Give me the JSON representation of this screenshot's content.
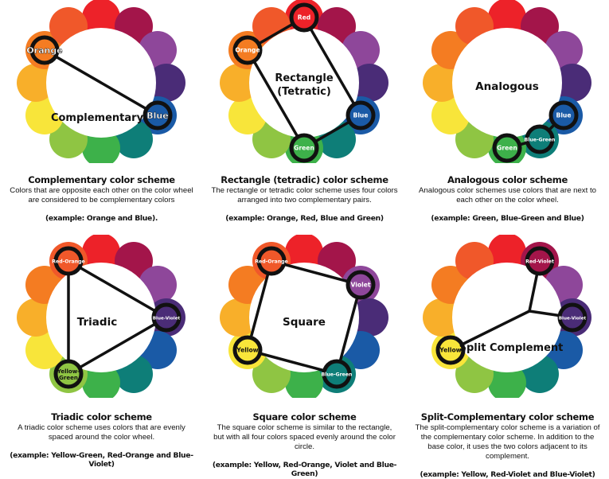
{
  "wheel_colors": [
    {
      "name": "Red",
      "hex": "#ED2229"
    },
    {
      "name": "Red-Violet",
      "hex": "#A3154A"
    },
    {
      "name": "Violet",
      "hex": "#8E479A"
    },
    {
      "name": "Blue-Violet",
      "hex": "#4A2C77"
    },
    {
      "name": "Blue",
      "hex": "#1A5AA6"
    },
    {
      "name": "Blue-Green",
      "hex": "#0E7E78"
    },
    {
      "name": "Green",
      "hex": "#3DB14A"
    },
    {
      "name": "Yellow-Green",
      "hex": "#8FC543"
    },
    {
      "name": "Yellow",
      "hex": "#F8E53A"
    },
    {
      "name": "Yellow-Orange",
      "hex": "#F8AF2A"
    },
    {
      "name": "Orange",
      "hex": "#F47C22"
    },
    {
      "name": "Red-Orange",
      "hex": "#F0582A"
    }
  ],
  "line_color": "#111111",
  "panels": [
    {
      "id": "complementary",
      "center_label": "Complementary",
      "highlight": [
        10,
        4
      ],
      "labels": {
        "10": "Orange",
        "4": "Blue"
      },
      "title": "Complementary color scheme",
      "description": "Colors that are opposite each other on the color wheel are considered to be complementary colors",
      "example": "(example: Orange and Blue)."
    },
    {
      "id": "rectangle",
      "center_label": "Rectangle (Tetratic)",
      "highlight": [
        0,
        4,
        6,
        10
      ],
      "labels": {
        "0": "Red",
        "10": "Orange",
        "4": "Blue",
        "6": "Green"
      },
      "title": "Rectangle (tetradic) color scheme",
      "description": "The rectangle or tetradic color scheme uses four colors arranged into two complementary pairs.",
      "example": "(example: Orange, Red, Blue and Green)"
    },
    {
      "id": "analogous",
      "center_label": "Analogous",
      "highlight": [
        4,
        5,
        6
      ],
      "labels": {
        "4": "Blue",
        "5": "Blue-Green",
        "6": "Green"
      },
      "title": "Analogous color scheme",
      "description": "Analogous color schemes use colors that are next to each other on the color wheel.",
      "example": "(example: Green, Blue-Green and Blue)"
    },
    {
      "id": "triadic",
      "center_label": "Triadic",
      "highlight": [
        11,
        3,
        7
      ],
      "labels": {
        "11": "Red-Orange",
        "3": "Blue-Violet",
        "7": "Yellow-Green"
      },
      "title": "Triadic color scheme",
      "description": "A triadic color scheme uses colors that are evenly spaced around the color wheel.",
      "example": "(example: Yellow-Green, Red-Orange and Blue-Violet)"
    },
    {
      "id": "square",
      "center_label": "Square",
      "highlight": [
        11,
        2,
        5,
        8
      ],
      "labels": {
        "11": "Red-Orange",
        "2": "Violet",
        "5": "Blue-Green",
        "8": "Yellow"
      },
      "title": "Square color scheme",
      "description": "The square color scheme is similar to the rectangle, but with all four colors spaced evenly around the color circle.",
      "example": "(example: Yellow, Red-Orange, Violet and Blue-Green)"
    },
    {
      "id": "split",
      "center_label": "Split Complement",
      "highlight": [
        8,
        1,
        3
      ],
      "labels": {
        "8": "Yellow",
        "1": "Red-Violet",
        "3": "Blue-Violet"
      },
      "title": "Split-Complementary color scheme",
      "description": "The split-complementary color scheme is a variation of the complementary color scheme. In addition to the base color, it uses the two colors adjacent to its complement.",
      "example": "(example: Yellow, Red-Violet and Blue-Violet)"
    }
  ]
}
